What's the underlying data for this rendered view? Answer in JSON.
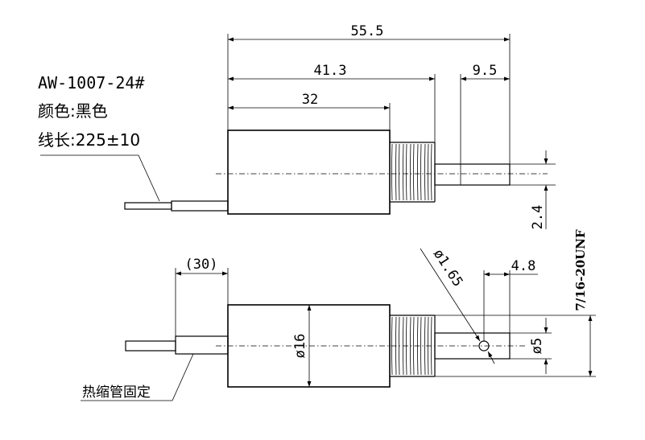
{
  "notes": {
    "model": "AW-1007-24#",
    "color": "颜色:黑色",
    "wire_length": "线长:225±10",
    "heat_shrink": "热缩管固定"
  },
  "dimensions": {
    "overall_length": "55.5",
    "body_to_thread": "41.3",
    "body_length": "32",
    "stroke": "9.5",
    "wire_gap": "2.4",
    "wire_out": "(30)",
    "body_diameter": "ø16",
    "plunger_diameter": "ø5",
    "hole_diameter": "ø1.65",
    "hole_position": "4.8",
    "thread_spec": "7/16-20UNF"
  }
}
